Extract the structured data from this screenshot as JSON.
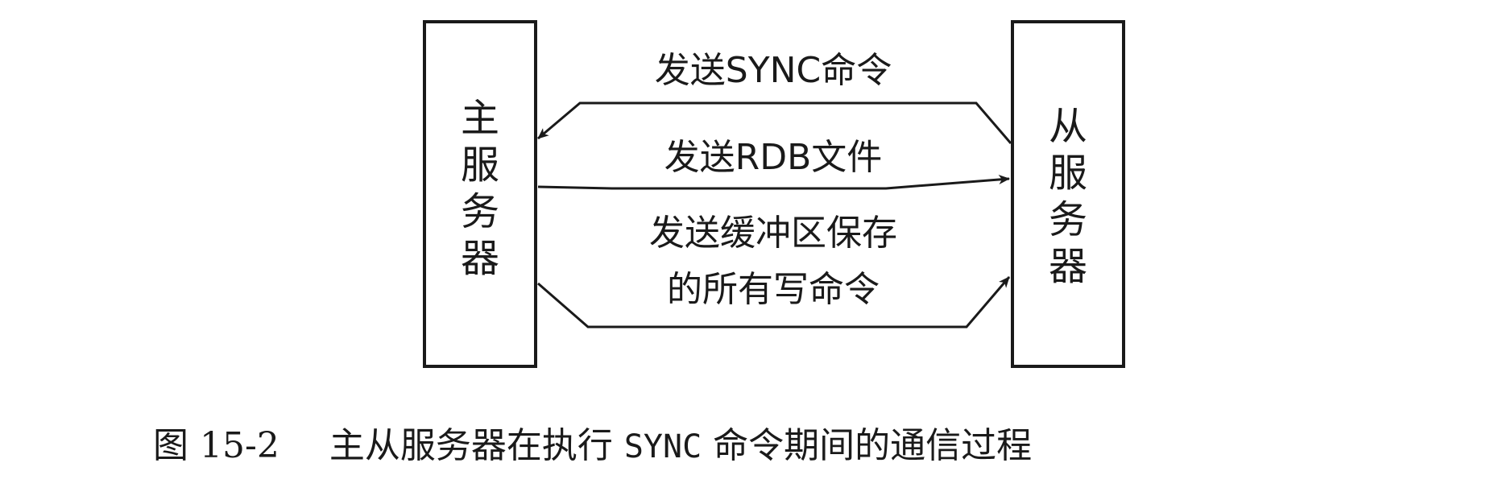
{
  "master": {
    "label": "主\n服\n务\n器"
  },
  "slave": {
    "label": "从\n服\n务\n器"
  },
  "messages": {
    "sync": "发送SYNC命令",
    "rdb": "发送RDB文件",
    "buffer_line1": "发送缓冲区保存",
    "buffer_line2": "的所有写命令"
  },
  "caption": {
    "figure_number": "图 15-2",
    "text_before": "主从服务器在执行",
    "command": "SYNC",
    "text_after": "命令期间的通信过程"
  }
}
